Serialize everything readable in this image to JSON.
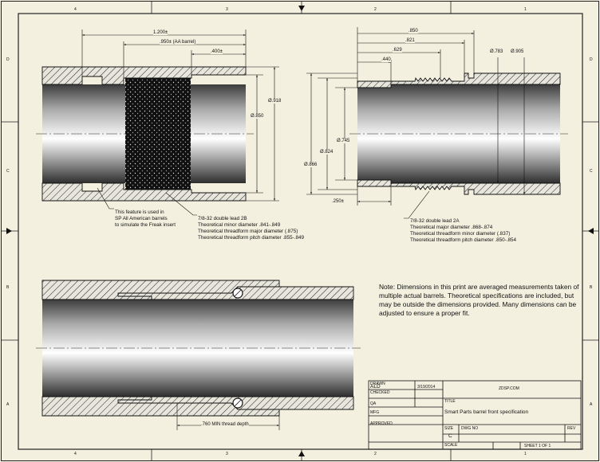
{
  "zones": {
    "top": [
      "4",
      "3",
      "2",
      "1"
    ],
    "left": [
      "D",
      "C",
      "B",
      "A"
    ]
  },
  "views": {
    "left": {
      "dims": {
        "overall": "1.200±",
        "aa_barrel": ".950± (AA barrel)",
        "counterbore": ".400±",
        "bore": "Ø.850",
        "outer": "Ø.918"
      },
      "annotations": {
        "feature_note": "This feature is used in\nSP All American barrels\nto simulate the Freak insert",
        "thread_note": "7/8-32 double lead 2B\nTheoretical minor diameter .841-.849\nTheoretical threadform major diameter (.875)\nTheoretical threadform pitch diameter .855-.849"
      }
    },
    "right": {
      "dims": {
        "d850": ".850",
        "d821": ".821",
        "d629": ".629",
        "d440": ".440",
        "d250": ".250±",
        "dia783": "Ø.783",
        "dia905": "Ø.905",
        "dia745": "Ø.745",
        "dia824": "Ø.824",
        "dia866": "Ø.866"
      },
      "annotations": {
        "thread_note": "7/8-32 double lead 2A\nTheoretical major diameter .868-.874\nTheoretical threadform minor diameter (.837)\nTheoretical threadform pitch diameter .850-.854"
      }
    },
    "assembly": {
      "thread_depth": ".760 MIN thread depth"
    }
  },
  "note": "Note: Dimensions in this print are averaged measurements taken of multiple actual barrels. Theoretical specifications are included, but may be outside the dimensions provided. Many dimensions can be adjusted to ensure a proper fit.",
  "title_block": {
    "drawn_label": "DRAWN",
    "drawn_by": "ALD",
    "date": "3/19/2014",
    "company": "ZDSP.COM",
    "checked_label": "CHECKED",
    "qa_label": "QA",
    "mfg_label": "MFG",
    "approved_label": "APPROVED",
    "title_label": "TITLE",
    "title": "Smart Parts barrel front specification",
    "size_label": "SIZE",
    "size": "C",
    "dwg_label": "DWG NO",
    "rev_label": "REV",
    "scale_label": "SCALE",
    "sheet": "SHEET 1  OF 1"
  }
}
